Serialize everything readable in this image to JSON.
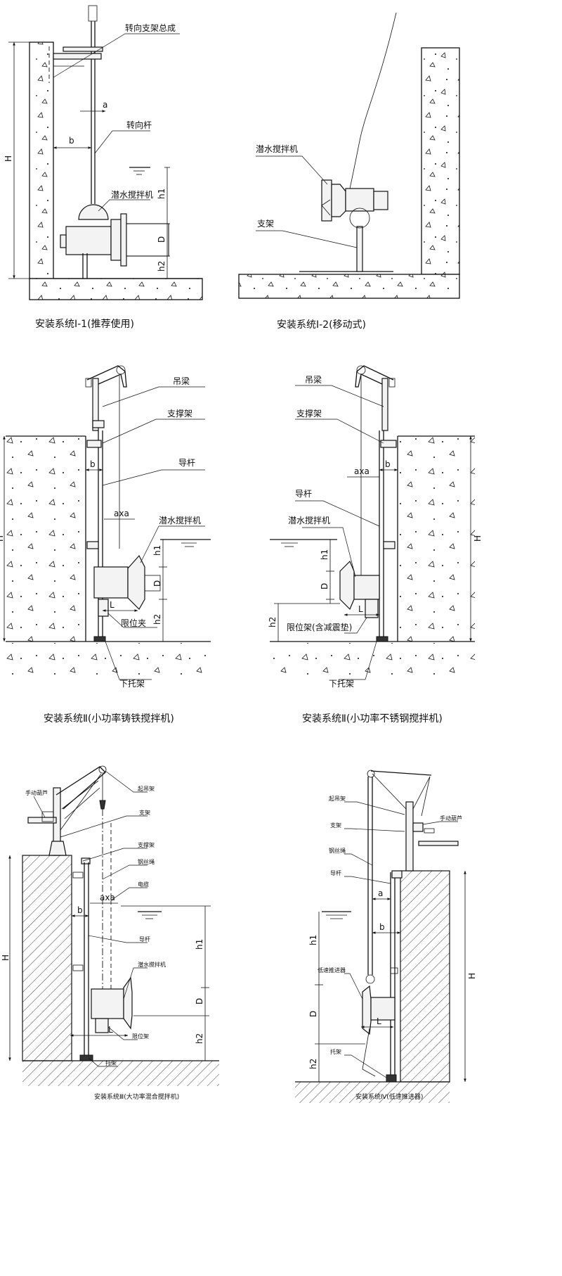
{
  "panel1": {
    "caption": "安装系统Ⅰ-1(推荐使用)",
    "labels": {
      "turn_bracket": "转向支架总成",
      "turn_rod": "转向杆",
      "mixer": "潜水搅拌机"
    },
    "dims": {
      "a": "a",
      "b": "b",
      "H": "H",
      "h1": "h1",
      "D": "D",
      "h2": "h2"
    }
  },
  "panel2": {
    "caption": "安装系统Ⅰ-2(移动式)",
    "labels": {
      "mixer": "潜水搅拌机",
      "stand": "支架"
    }
  },
  "panel3": {
    "caption": "安装系统Ⅱ(小功率铸铁搅拌机)",
    "labels": {
      "hoist_beam": "吊梁",
      "support_frame": "支撑架",
      "guide_rod": "导杆",
      "mixer": "潜水搅拌机",
      "limit_clamp": "限位夹",
      "bottom_bracket": "下托架"
    },
    "dims": {
      "H": "H",
      "b": "b",
      "axa": "axa",
      "h1": "h1",
      "D": "D",
      "L": "L",
      "h2": "h2"
    }
  },
  "panel4": {
    "caption": "安装系统Ⅱ(小功率不锈钢搅拌机)",
    "labels": {
      "hoist_beam": "吊梁",
      "support_frame": "支撑架",
      "guide_rod": "导杆",
      "mixer": "潜水搅拌机",
      "limit_frame": "限位架(含减震垫)",
      "bottom_bracket": "下托架"
    },
    "dims": {
      "H": "H",
      "b": "b",
      "axa": "axa",
      "h1": "h1",
      "D": "D",
      "L": "L",
      "h2": "h2"
    }
  },
  "panel5": {
    "caption": "安装系统Ⅲ(大功率混合搅拌机)",
    "labels": {
      "hoist_frame": "起吊架",
      "hand_hoist": "手动葫芦",
      "stand": "支架",
      "support_frame": "支撑架",
      "wire_rope": "钢丝绳",
      "cable": "电缆",
      "guide_rod": "导杆",
      "mixer": "潜水搅拌机",
      "limit_frame": "限位架",
      "bracket": "托架"
    },
    "dims": {
      "H": "H",
      "b": "b",
      "axa": "axa",
      "h1": "h1",
      "D": "D",
      "L": "L",
      "h2": "h2"
    }
  },
  "panel6": {
    "caption": "安装系统Ⅳ(低速推进器)",
    "labels": {
      "hoist_frame": "起吊架",
      "hand_hoist": "手动葫芦",
      "stand": "支架",
      "wire_rope": "钢丝绳",
      "guide_rod": "导杆",
      "thruster": "低速推进器",
      "bracket": "托架"
    },
    "dims": {
      "a": "a",
      "b": "b",
      "h1": "h1",
      "D": "D",
      "L": "L",
      "H": "H",
      "h2": "h2"
    }
  }
}
